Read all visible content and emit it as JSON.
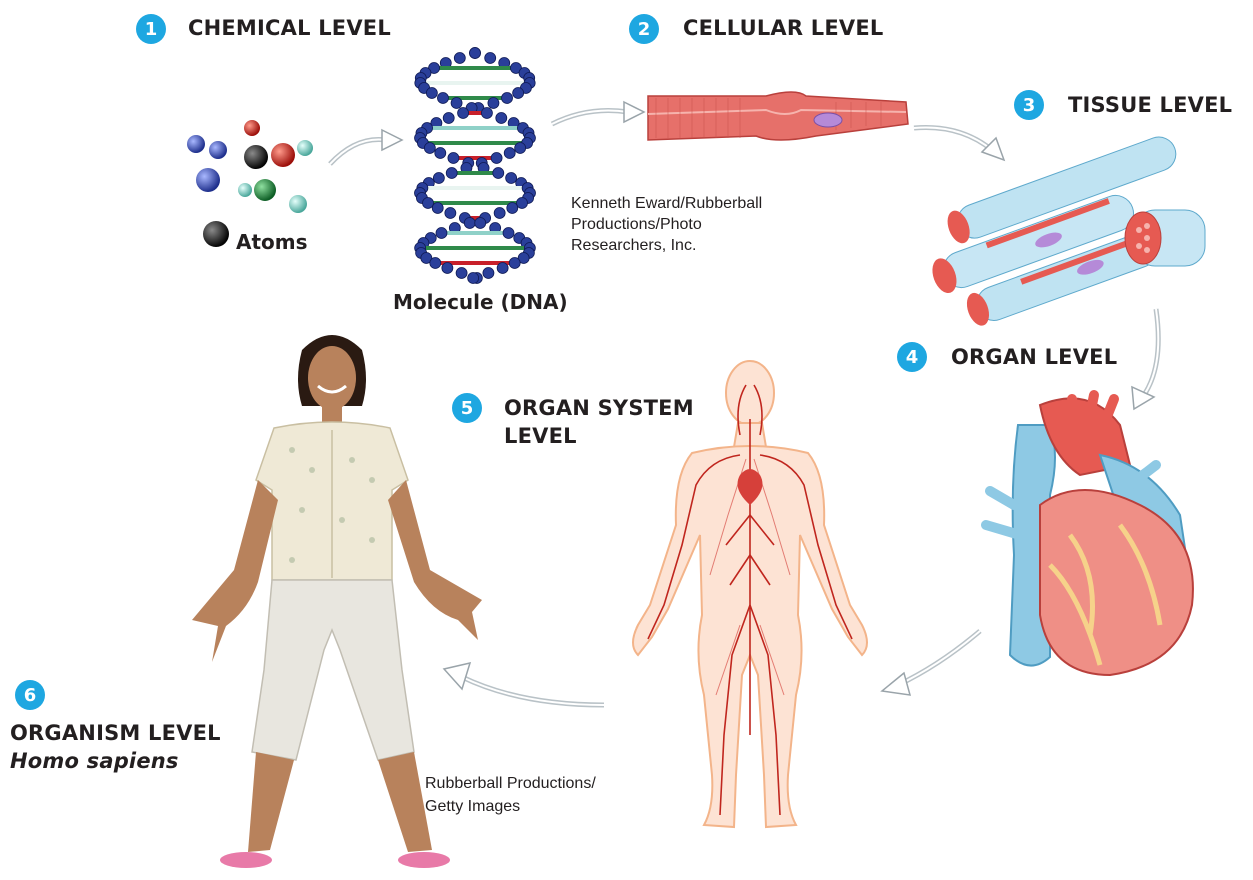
{
  "levels": [
    {
      "number": "1",
      "title": "CHEMICAL LEVEL"
    },
    {
      "number": "2",
      "title": "CELLULAR LEVEL"
    },
    {
      "number": "3",
      "title": "TISSUE LEVEL"
    },
    {
      "number": "4",
      "title": "ORGAN LEVEL"
    },
    {
      "number": "5",
      "title_line1": "ORGAN SYSTEM",
      "title_line2": "LEVEL"
    },
    {
      "number": "6",
      "title": "ORGANISM LEVEL",
      "subtitle": "Homo sapiens"
    }
  ],
  "labels": {
    "atoms": "Atoms",
    "molecule": "Molecule (DNA)"
  },
  "credits": {
    "dna_line1": "Kenneth Eward/Rubberball",
    "dna_line2": "Productions/Photo",
    "dna_line3": "Researchers, Inc.",
    "girl_line1": "Rubberball Productions/",
    "girl_line2": "Getty Images"
  },
  "colors": {
    "badge": "#1ea7e1",
    "muscle": "#e0524d",
    "vessel_blue": "#8ec9e4",
    "skin_outline": "#f3b48a"
  }
}
